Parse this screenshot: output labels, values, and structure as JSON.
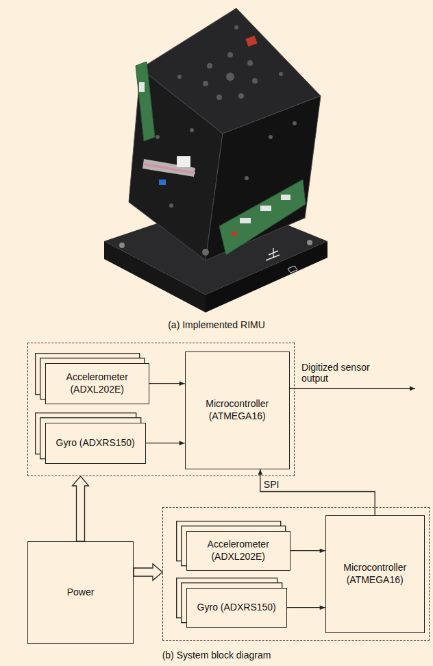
{
  "diagram": {
    "nodes": [
      {
        "text": []
      },
      {
        "text": [
          "Accelerometer (ADXL202E)"
        ],
        "in": 0
      },
      {
        "text": [
          "Gyro (ADXRS150)"
        ],
        "in": 0
      },
      {
        "text": [
          "Microcontroller (ATMEGA16)"
        ],
        "in": 0
      },
      {
        "text": [
          "Power"
        ]
      },
      {
        "text": []
      },
      {
        "text": [
          "Accelerometer (ADXL202E)"
        ],
        "in": 5
      },
      {
        "text": [
          "Gyro (ADXRS150)"
        ],
        "in": 5
      },
      {
        "text": [
          "Microcontroller (ATMEGA16)"
        ],
        "in": 5
      }
    ],
    "edges": [
      {
        "from": 1,
        "to": 3,
        "arrow": "to"
      },
      {
        "from": 2,
        "to": 3,
        "arrow": "to"
      },
      {
        "from": 8,
        "to": 3,
        "label": "SPI",
        "arrow": "to"
      },
      {
        "from": 4,
        "to": 0,
        "arrow": "to"
      },
      {
        "from": 4,
        "to": 5,
        "arrow": "to"
      },
      {
        "from": 6,
        "to": 8,
        "arrow": "to"
      },
      {
        "from": 7,
        "to": 8,
        "arrow": "to"
      }
    ],
    "labels": [
      "(a) Implemented RIMU",
      "Digitized sensor output",
      "(b) System block diagram"
    ]
  }
}
